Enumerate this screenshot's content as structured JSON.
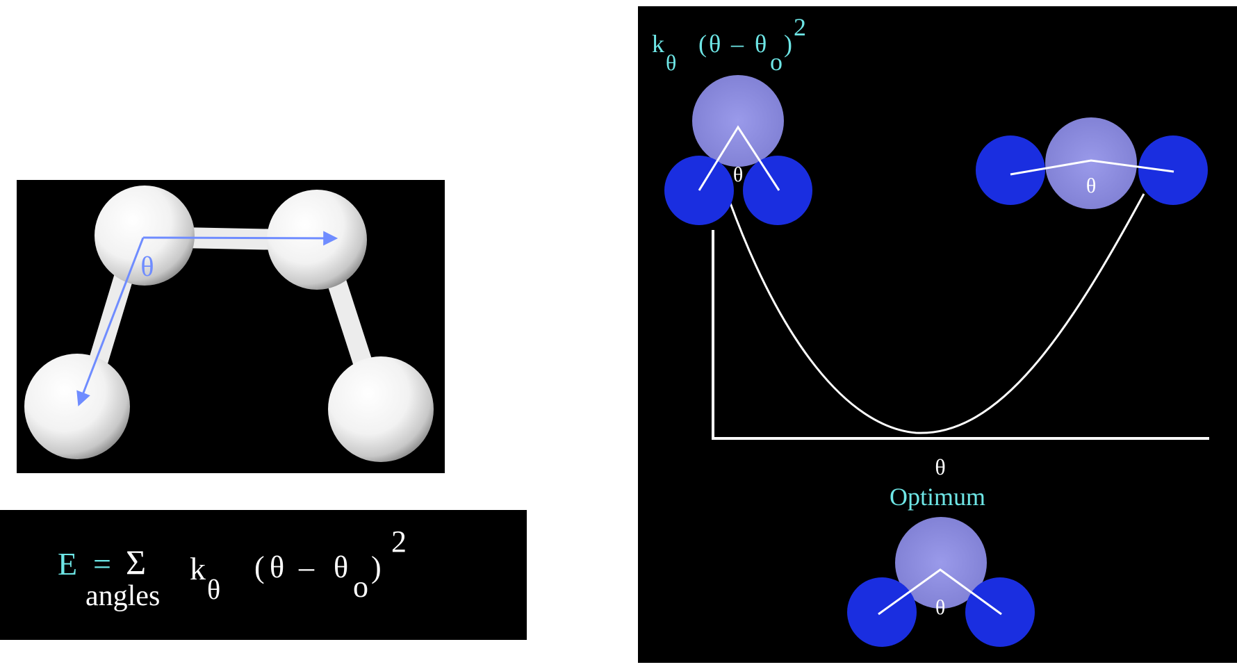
{
  "molecule": {
    "theta_label": "θ"
  },
  "equation": {
    "E": "E",
    "equals": "=",
    "sum": "Σ",
    "k": "k",
    "k_sub": "θ",
    "open_paren": "(",
    "theta": "θ",
    "minus": "–",
    "theta_o": "θ",
    "theta_o_sub": "o",
    "close_paren": ")",
    "exponent": "2",
    "sum_sub": "angles"
  },
  "energy_plot": {
    "formula": {
      "k": "k",
      "k_sub": "θ",
      "open_paren": "(",
      "theta": "θ",
      "minus": "–",
      "theta_o": "θ",
      "theta_o_sub": "o",
      "close_paren": ")",
      "exponent": "2"
    },
    "left_molecule_theta": "θ",
    "right_molecule_theta": "θ",
    "optimum_theta": "θ",
    "x_axis_label": "θ",
    "optimum_label": "Optimum"
  },
  "colors": {
    "background": "#000000",
    "cyan_text": "#6ee6e6",
    "white": "#ffffff",
    "blue_atom": "#1a2ee0",
    "central_atom": "#8c8ce0",
    "arrow_blue": "#6f8cff"
  }
}
